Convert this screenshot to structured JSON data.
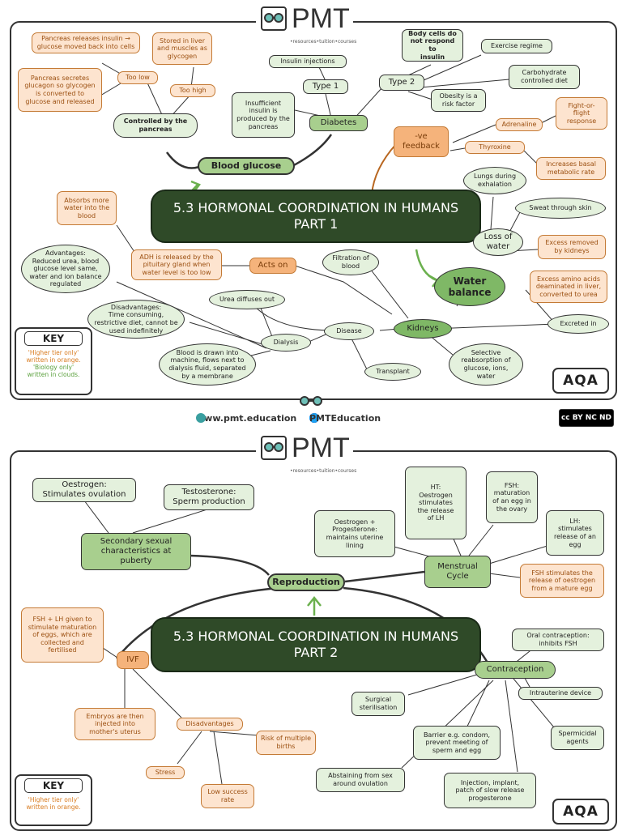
{
  "brand": {
    "name": "PMT",
    "tagline": "•resources•tuition•courses",
    "website": "www.pmt.education",
    "social": "PMTEducation",
    "license": "cc BY NC ND",
    "board": "AQA"
  },
  "key": {
    "title": "KEY",
    "orange_note": "'Higher tier only'\nwritten in orange.",
    "green_note": "'Biology only'\nwritten in clouds."
  },
  "part1": {
    "title": "5.3 HORMONAL COORDINATION IN HUMANS\nPART 1",
    "nodes": {
      "blood_glucose": "Blood glucose",
      "controlled": "Controlled by the\npancreas",
      "too_low": "Too low",
      "too_high": "Too high",
      "insulin_release": "Pancreas releases insulin →\nglucose moved back into cells",
      "glucagon_secrete": "Pancreas secretes\nglucagon so glycogen\nis converted to\nglucose and released",
      "stored": "Stored in liver\nand muscles as\nglycogen",
      "diabetes": "Diabetes",
      "type1": "Type 1",
      "insulin_inj": "Insulin injections",
      "insufficient": "Insufficient\ninsulin is\nproduced by the\npancreas",
      "type2": "Type 2",
      "body_cells": "Body cells do\nnot respond to\ninsulin",
      "exercise": "Exercise regime",
      "carb": "Carbohydrate\ncontrolled diet",
      "obesity": "Obesity is a\nrisk factor",
      "neg_feedback": "-ve\nfeedback",
      "adrenaline": "Adrenaline",
      "fight": "Fight-or-\nflight\nresponse",
      "thyroxine": "Thyroxine",
      "basal": "Increases basal\nmetabolic rate",
      "water_balance": "Water\nbalance",
      "loss_water": "Loss of\nwater",
      "lungs": "Lungs during\nexhalation",
      "sweat": "Sweat through skin",
      "excess_removed": "Excess removed\nby kidneys",
      "amino": "Excess amino acids\ndeaminated in liver,\nconverted to urea",
      "excreted": "Excreted in",
      "kidneys": "Kidneys",
      "filtration": "Filtration of\nblood",
      "selective": "Selective\nreabsorption of\nglucose, ions,\nwater",
      "transplant": "Transplant",
      "disease": "Disease",
      "dialysis": "Dialysis",
      "urea_diffuses": "Urea diffuses out",
      "disadv": "Disadvantages:\nTime consuming,\nrestrictive diet, cannot be\nused indefinitely",
      "adv": "Advantages:\nReduced urea, blood\nglucose level same,\nwater and ion balance\nregulated",
      "blood_drawn": "Blood is drawn into\nmachine, flows next to\ndialysis fluid, separated\nby a membrane",
      "acts_on": "Acts on",
      "adh": "ADH is released by the\npituitary gland when\nwater level is too low",
      "absorbs": "Absorbs more\nwater into the\nblood"
    }
  },
  "part2": {
    "title": "5.3 HORMONAL COORDINATION IN HUMANS\nPART 2",
    "nodes": {
      "reproduction": "Reproduction",
      "secondary": "Secondary sexual\ncharacteristics at\npuberty",
      "oestrogen": "Oestrogen:\nStimulates ovulation",
      "testosterone": "Testosterone:\nSperm production",
      "menstrual": "Menstrual\nCycle",
      "oest_prog": "Oestrogen +\nProgesterone:\nmaintains uterine\nlining",
      "ht": "HT:\nOestrogen\nstimulates\nthe release\nof LH",
      "fsh": "FSH:\nmaturation\nof an egg in\nthe ovary",
      "lh": "LH:\nstimulates\nrelease of an\negg",
      "fsh_stim": "FSH stimulates the\nrelease of oestrogen\nfrom a mature egg",
      "ivf": "IVF",
      "fsh_lh": "FSH + LH given to\nstimulate maturation\nof eggs, which are\ncollected and\nfertilised",
      "embryos": "Embryos are then\ninjected into\nmother's uterus",
      "disadvantages": "Disadvantages",
      "stress": "Stress",
      "low_success": "Low success\nrate",
      "multiple": "Risk of multiple\nbirths",
      "contraception": "Contraception",
      "oral": "Oral contraception:\ninhibits FSH",
      "iud": "Intrauterine device",
      "spermicidal": "Spermicidal\nagents",
      "injection": "Injection, implant,\npatch of slow release\nprogesterone",
      "abstaining": "Abstaining from sex\naround ovulation",
      "barrier": "Barrier e.g. condom,\nprevent meeting of\nsperm and egg",
      "surgical": "Surgical\nsterilisation"
    }
  },
  "colors": {
    "dark_green": "#2f4a28",
    "light_green": "#e4f1dd",
    "mid_green": "#a8cf8e",
    "light_orange": "#fde4cf",
    "mid_orange": "#f5b37b",
    "key_orange": "#d87a1e",
    "key_green": "#5aa03c"
  }
}
